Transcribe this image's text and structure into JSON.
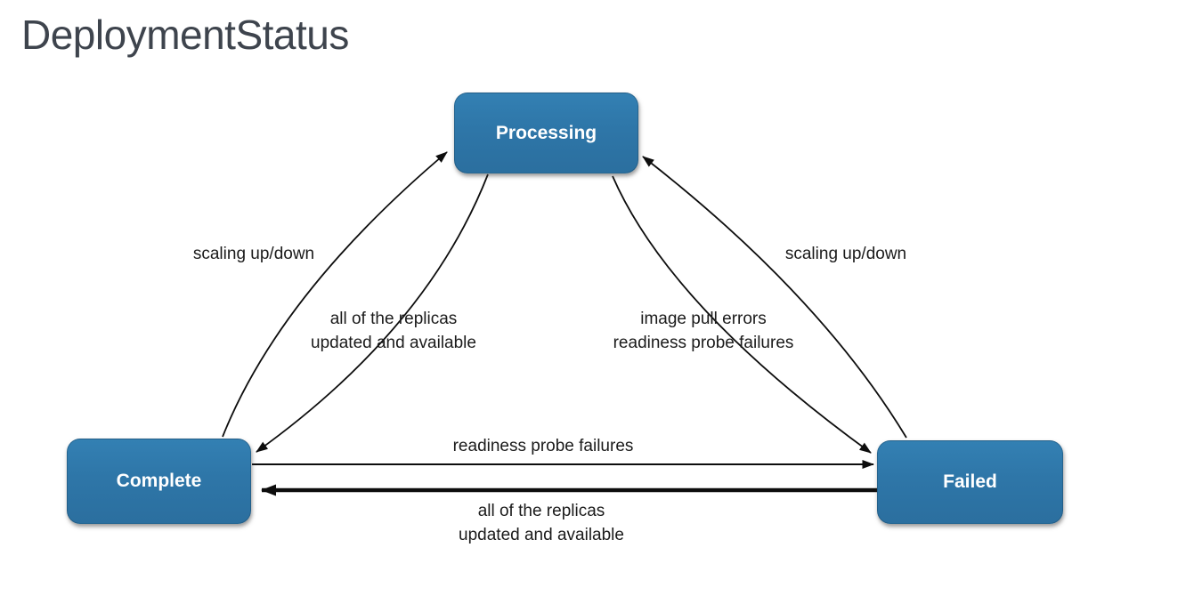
{
  "title": "DeploymentStatus",
  "nodes": {
    "processing": {
      "label": "Processing"
    },
    "complete": {
      "label": "Complete"
    },
    "failed": {
      "label": "Failed"
    }
  },
  "edge_labels": {
    "complete_to_processing": {
      "text": "scaling up/down"
    },
    "processing_to_complete": {
      "line1": "all of the replicas",
      "line2": "updated and available"
    },
    "processing_to_failed": {
      "line1": "image pull errors",
      "line2": "readiness probe failures"
    },
    "failed_to_processing": {
      "text": "scaling up/down"
    },
    "complete_to_failed": {
      "text": "readiness probe failures"
    },
    "failed_to_complete": {
      "line1": "all of the replicas",
      "line2": "updated and available"
    }
  },
  "edges": [
    {
      "from": "Complete",
      "to": "Processing",
      "label": "scaling up/down",
      "style": "curved-thin"
    },
    {
      "from": "Processing",
      "to": "Complete",
      "label": "all of the replicas updated and available",
      "style": "curved-thin"
    },
    {
      "from": "Processing",
      "to": "Failed",
      "label": "image pull errors readiness probe failures",
      "style": "curved-thin"
    },
    {
      "from": "Failed",
      "to": "Processing",
      "label": "scaling up/down",
      "style": "curved-thin"
    },
    {
      "from": "Complete",
      "to": "Failed",
      "label": "readiness probe failures",
      "style": "straight-thin"
    },
    {
      "from": "Failed",
      "to": "Complete",
      "label": "all of the replicas updated and available",
      "style": "straight-thick"
    }
  ],
  "colors": {
    "node_fill": "#2E76A8",
    "node_text": "#FFFFFF",
    "arrow": "#0D0D0D",
    "title_text": "#3E444D",
    "label_text": "#1B1B1B",
    "background": "#FFFFFF"
  }
}
